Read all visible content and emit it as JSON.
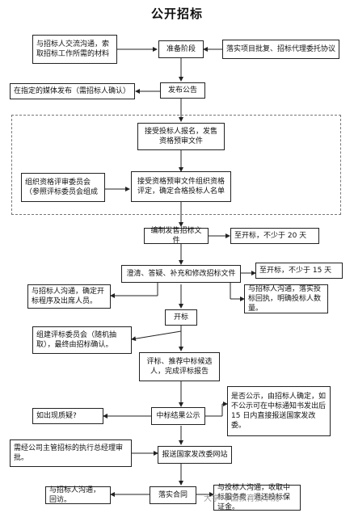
{
  "title": "公开招标",
  "nodes": {
    "prep_note": "与招标人交流沟通，索取招标工作所需的材料",
    "prep": "准备阶段",
    "approval": "落实项目批复、招标代理委托协议",
    "media_note": "在指定的媒体发布（需招标人确认）",
    "announce": "发布公告",
    "signup": "接受投标人报名，发售资格预审文件",
    "committee_note": "组织资格评审委员会（参照评标委员会组成",
    "prequal": "接受资格预审文件组织资格评定，确定合格投标人名单",
    "compile": "编制发售招标文件",
    "min20": "至开标，不少于 20 天",
    "clarify": "澄清、答疑、补充和修改招标文件",
    "min15": "至开标，不少于 15 天",
    "proc_note": "与招标人沟通，确定开标程序及出席人员。",
    "bid_note": "与招标人沟通，落实投标回执，明确投标人数量。",
    "open": "开标",
    "eval_committee": "组建评标委员会（随机抽取），最终由招标确认。",
    "evaluate": "评标、推荐中标候选人，完成评标报告",
    "publicity_rule": "是否公示，由招标人确定，如不公示可在中标通知书发出后 15 日内直接报送国家发改委。",
    "objection": "如出现质疑?",
    "publicity": "中标结果公示",
    "review_note": "需经公司主管招标的执行总经理审批。",
    "report": "报送国家发改委网站",
    "contract_note": "与招标人沟通，回访。",
    "contract": "落实合同",
    "fee_note": "与投标人沟通，收取中标服务费，退还投标保证金。"
  },
  "watermark": "大学·中国教育技术院"
}
